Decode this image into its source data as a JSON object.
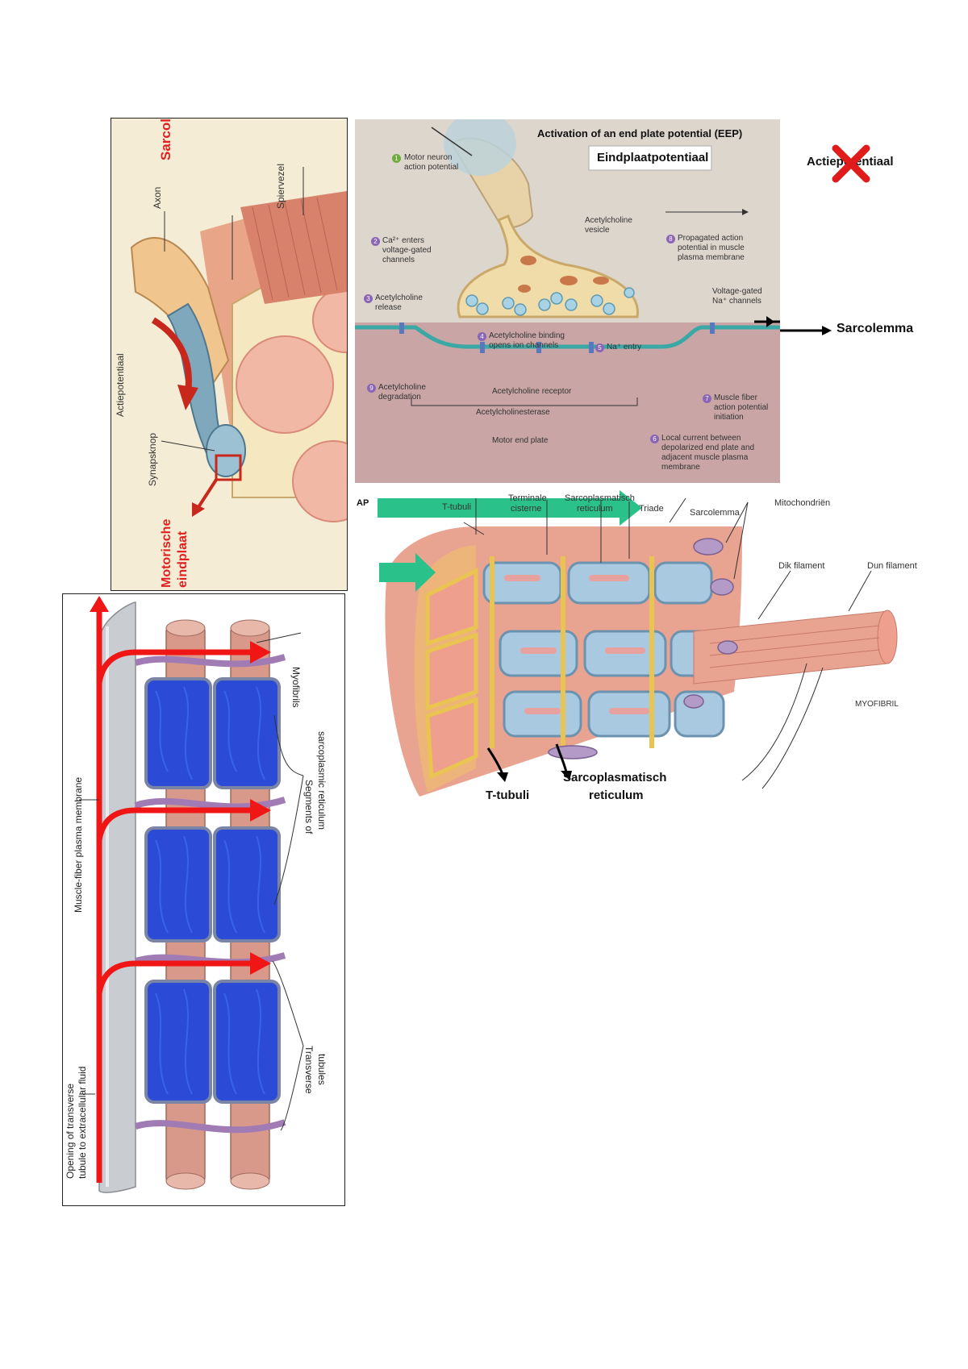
{
  "panel_a": {
    "sarcolemma": "Sarcolemma",
    "spiervezel": "Spiervezel",
    "axon": "Axon",
    "actiepotentiaal": "Actiepotentiaal",
    "synapsknop": "Synapsknop",
    "motorische_1": "Motorische",
    "motorische_2": "eindplaat"
  },
  "panel_b": {
    "title": "Activation of an end plate potential (EEP)",
    "eindplaat": "Eindplaatpotentiaal",
    "actiepot": "Actiepotentiaal",
    "sarcolemma": "Sarcolemma",
    "s1a": "Motor neuron",
    "s1b": "action potential",
    "s2a": "Ca²⁺ enters",
    "s2b": "voltage-gated",
    "s2c": "channels",
    "s3a": "Acetylcholine",
    "s3b": "release",
    "s4a": "Acetylcholine binding",
    "s4b": "opens ion channels",
    "s5": "Na⁺ entry",
    "s6a": "Local current between",
    "s6b": "depolarized end plate and",
    "s6c": "adjacent muscle plasma",
    "s6d": "membrane",
    "s7a": "Muscle fiber",
    "s7b": "action potential",
    "s7c": "initiation",
    "s8a": "Propagated action",
    "s8b": "potential in muscle",
    "s8c": "plasma membrane",
    "s9a": "Acetylcholine",
    "s9b": "degradation",
    "vesicle_a": "Acetylcholine",
    "vesicle_b": "vesicle",
    "nach_a": "Voltage-gated",
    "nach_b": "Na⁺ channels",
    "receptor": "Acetylcholine receptor",
    "esterase": "Acetylcholinesterase",
    "endplate": "Motor end plate",
    "n1": "1",
    "n2": "2",
    "n3": "3",
    "n4": "4",
    "n5": "5",
    "n6": "6",
    "n7": "7",
    "n8": "8",
    "n9": "9"
  },
  "panel_c": {
    "ap": "AP",
    "ttubuli": "T-tubuli",
    "terminale_a": "Terminale",
    "terminale_b": "cisterne",
    "sr_a": "Sarcoplasmatisch",
    "sr_b": "reticulum",
    "triade": "Triade",
    "sarcolemma": "Sarcolemma",
    "mito": "Mitochondriën",
    "dik": "Dik filament",
    "dun": "Dun filament",
    "myofibril": "MYOFIBRIL",
    "ttubuli_bottom": "T-tubuli",
    "sr_bottom_a": "Sarcoplasmatisch",
    "sr_bottom_b": "reticulum"
  },
  "panel_d": {
    "membrane": "Muscle-fiber plasma membrane",
    "opening_a": "Opening of transverse",
    "opening_b": "tubule to extracellular fluid",
    "myofibrils": "Myofibrils",
    "segments_a": "Segments of",
    "segments_b": "sarcoplasmic reticulum",
    "transverse_a": "Transverse",
    "transverse_b": "tubules"
  }
}
